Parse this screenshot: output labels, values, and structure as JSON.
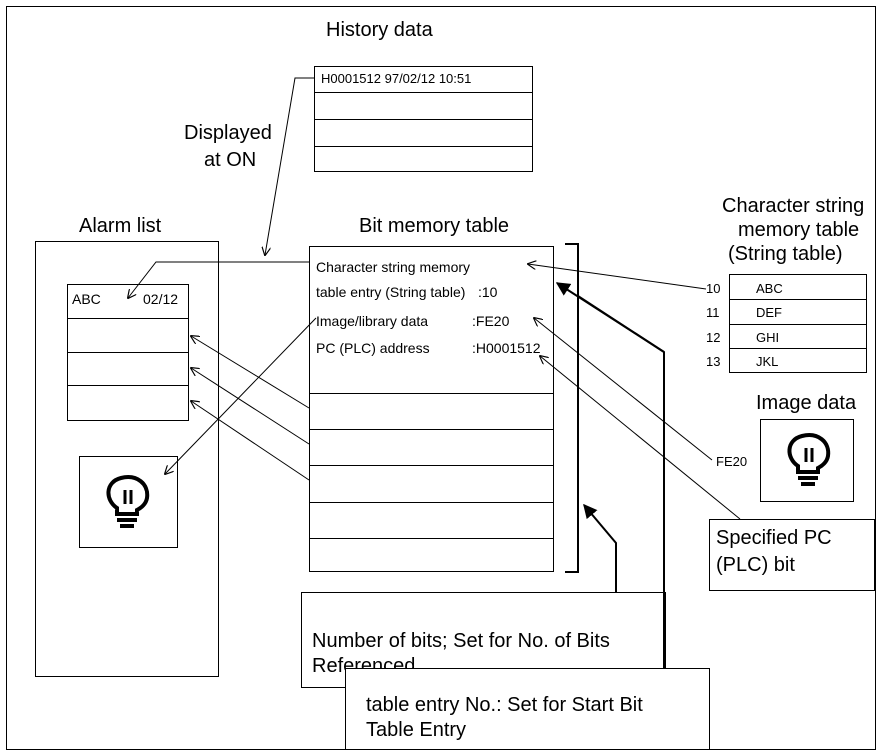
{
  "history": {
    "title": "History data",
    "row1": "H0001512  97/02/12 10:51"
  },
  "displayed": {
    "line1": "Displayed",
    "line2": "at ON"
  },
  "alarm": {
    "title": "Alarm list",
    "row_text": "ABC",
    "row_date": "02/12"
  },
  "bitmem": {
    "title": "Bit memory table",
    "line1": "Character string memory",
    "line2": "table entry (String table)",
    "line2_value": ":10",
    "line3": "Image/library data",
    "line3_value": ":FE20",
    "line4": "PC (PLC) address",
    "line4_value": ":H0001512"
  },
  "stringtable": {
    "title_line1": "Character string",
    "title_line2": "memory table",
    "title_line3": "(String table)",
    "rows": [
      {
        "no": "10",
        "text": "ABC"
      },
      {
        "no": "11",
        "text": "DEF"
      },
      {
        "no": "12",
        "text": "GHI"
      },
      {
        "no": "13",
        "text": "JKL"
      }
    ]
  },
  "image": {
    "title": "Image data",
    "code": "FE20",
    "icon": "light-bulb-icon"
  },
  "plcbit": {
    "line1": "Specified PC",
    "line2": "(PLC) bit"
  },
  "bits_note": {
    "line1": "Number of bits; Set for No. of Bits",
    "line2": "Referenced"
  },
  "start_note": {
    "line1": "table entry No.: Set for Start Bit",
    "line2": "Table Entry"
  }
}
